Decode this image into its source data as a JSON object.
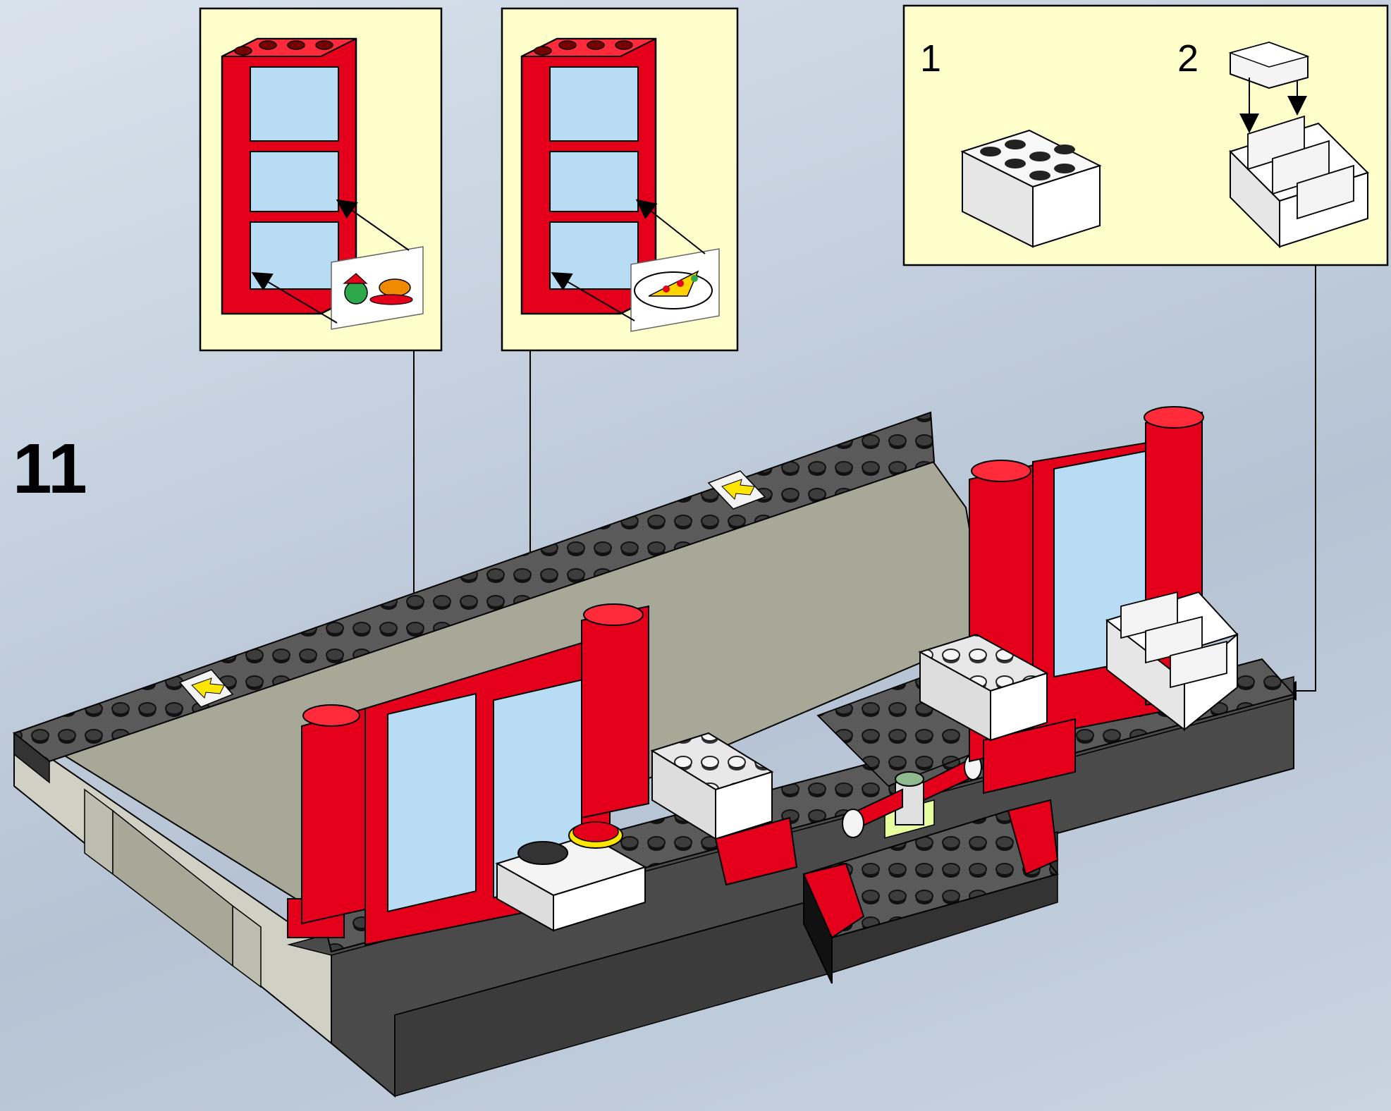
{
  "step": {
    "number": "11"
  },
  "callouts": {
    "left_window": {
      "description_icon": "window-sticker-desserts-icon"
    },
    "middle_window": {
      "description_icon": "window-sticker-pizza-icon"
    },
    "right_panel": {
      "substep_1": "1",
      "substep_2": "2"
    }
  },
  "colors": {
    "callout_bg": "#ffffcc",
    "brick_red": "#e4001a",
    "brick_dark_gray": "#4a4a4a",
    "brick_white": "#f4f4f4",
    "floor_tan": "#a8a898",
    "glass_blue": "#b8dcf4",
    "arrow_yellow": "#ffe600"
  }
}
